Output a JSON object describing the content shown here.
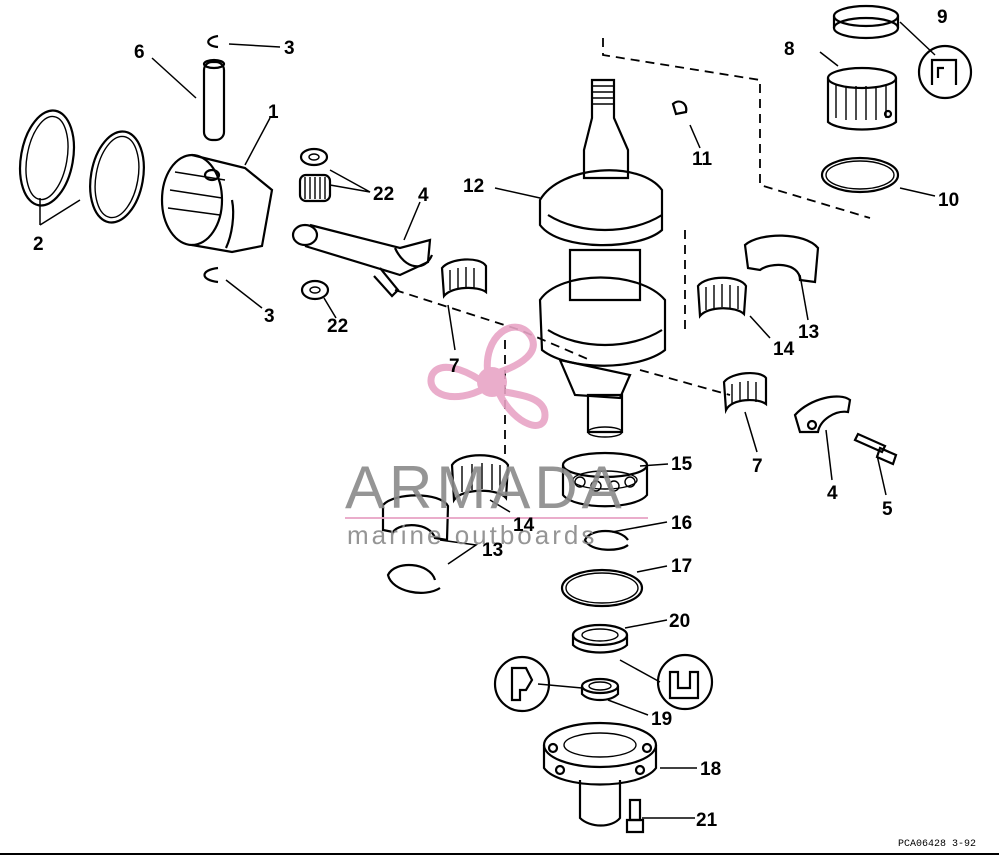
{
  "diagram": {
    "callouts": {
      "c1": "1",
      "c2": "2",
      "c3_top": "3",
      "c3_bottom": "3",
      "c4_rod": "4",
      "c4_cap": "4",
      "c5": "5",
      "c6": "6",
      "c7_left": "7",
      "c7_right": "7",
      "c8": "8",
      "c9": "9",
      "c10": "10",
      "c11": "11",
      "c12": "12",
      "c13_right": "13",
      "c13_left": "13",
      "c14_right": "14",
      "c14_left": "14",
      "c15": "15",
      "c16": "16",
      "c17": "17",
      "c18": "18",
      "c19": "19",
      "c20": "20",
      "c21": "21",
      "c22_top": "22",
      "c22_bottom": "22"
    },
    "footer_code": "PCA06428  3-92"
  },
  "watermark": {
    "brand": "ARMADA",
    "tagline": "marine outboards",
    "colors": {
      "gray": "#8a8a8a",
      "pink": "#e8a5c6"
    }
  }
}
